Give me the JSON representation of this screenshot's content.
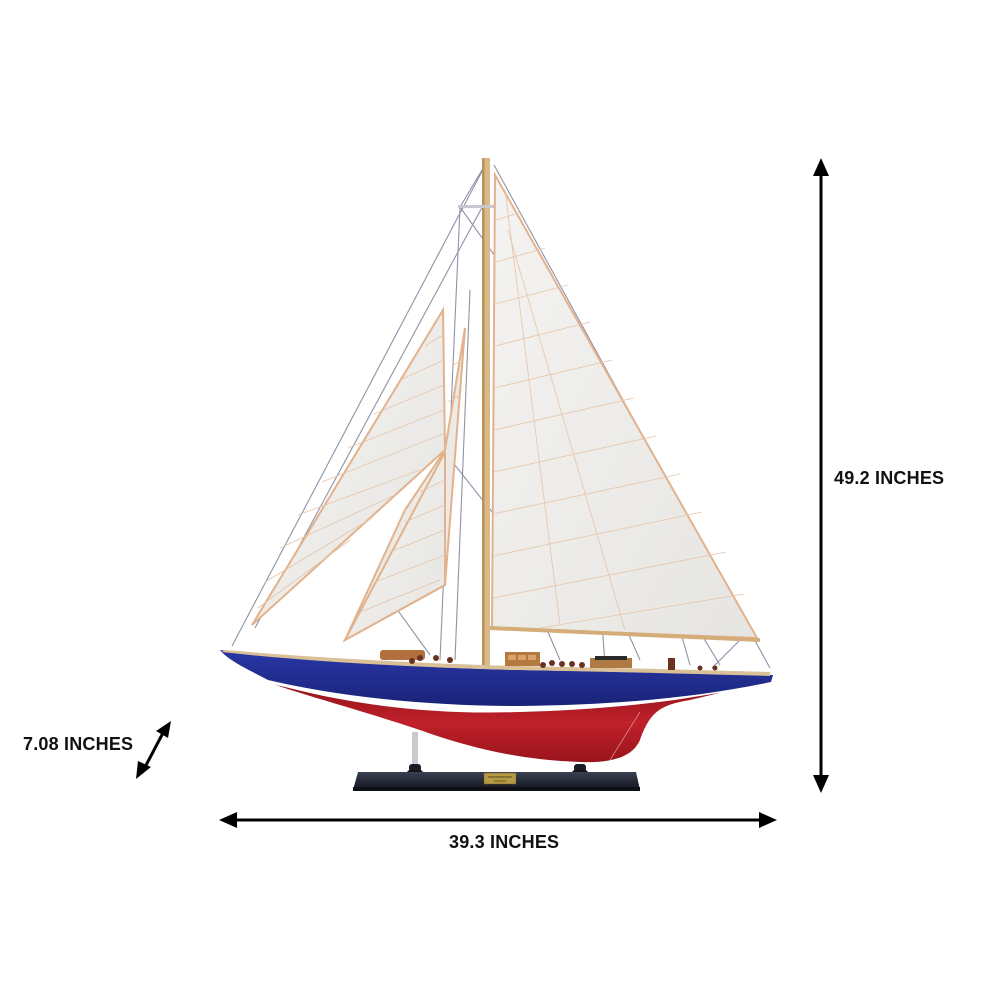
{
  "product": {
    "subject": "model sailing yacht (J-class sloop) on display stand",
    "hull_topside_color": "#1f2a8c",
    "hull_bottom_color": "#b31c25",
    "boot_stripe_color": "#ffffff",
    "sail_color": "#efeeeb",
    "sail_seam_color": "#e4b792",
    "mast_color": "#d8b987",
    "stand_color": "#1c1f2a",
    "plaque_color": "#b59a45"
  },
  "dimensions": {
    "height": {
      "label": "49.2 INCHES",
      "icon": "vertical-double-arrow"
    },
    "length": {
      "label": "39.3 INCHES",
      "icon": "horizontal-double-arrow"
    },
    "width": {
      "label": "7.08 INCHES",
      "icon": "diagonal-double-arrow"
    }
  },
  "arrow_color": "#000000"
}
